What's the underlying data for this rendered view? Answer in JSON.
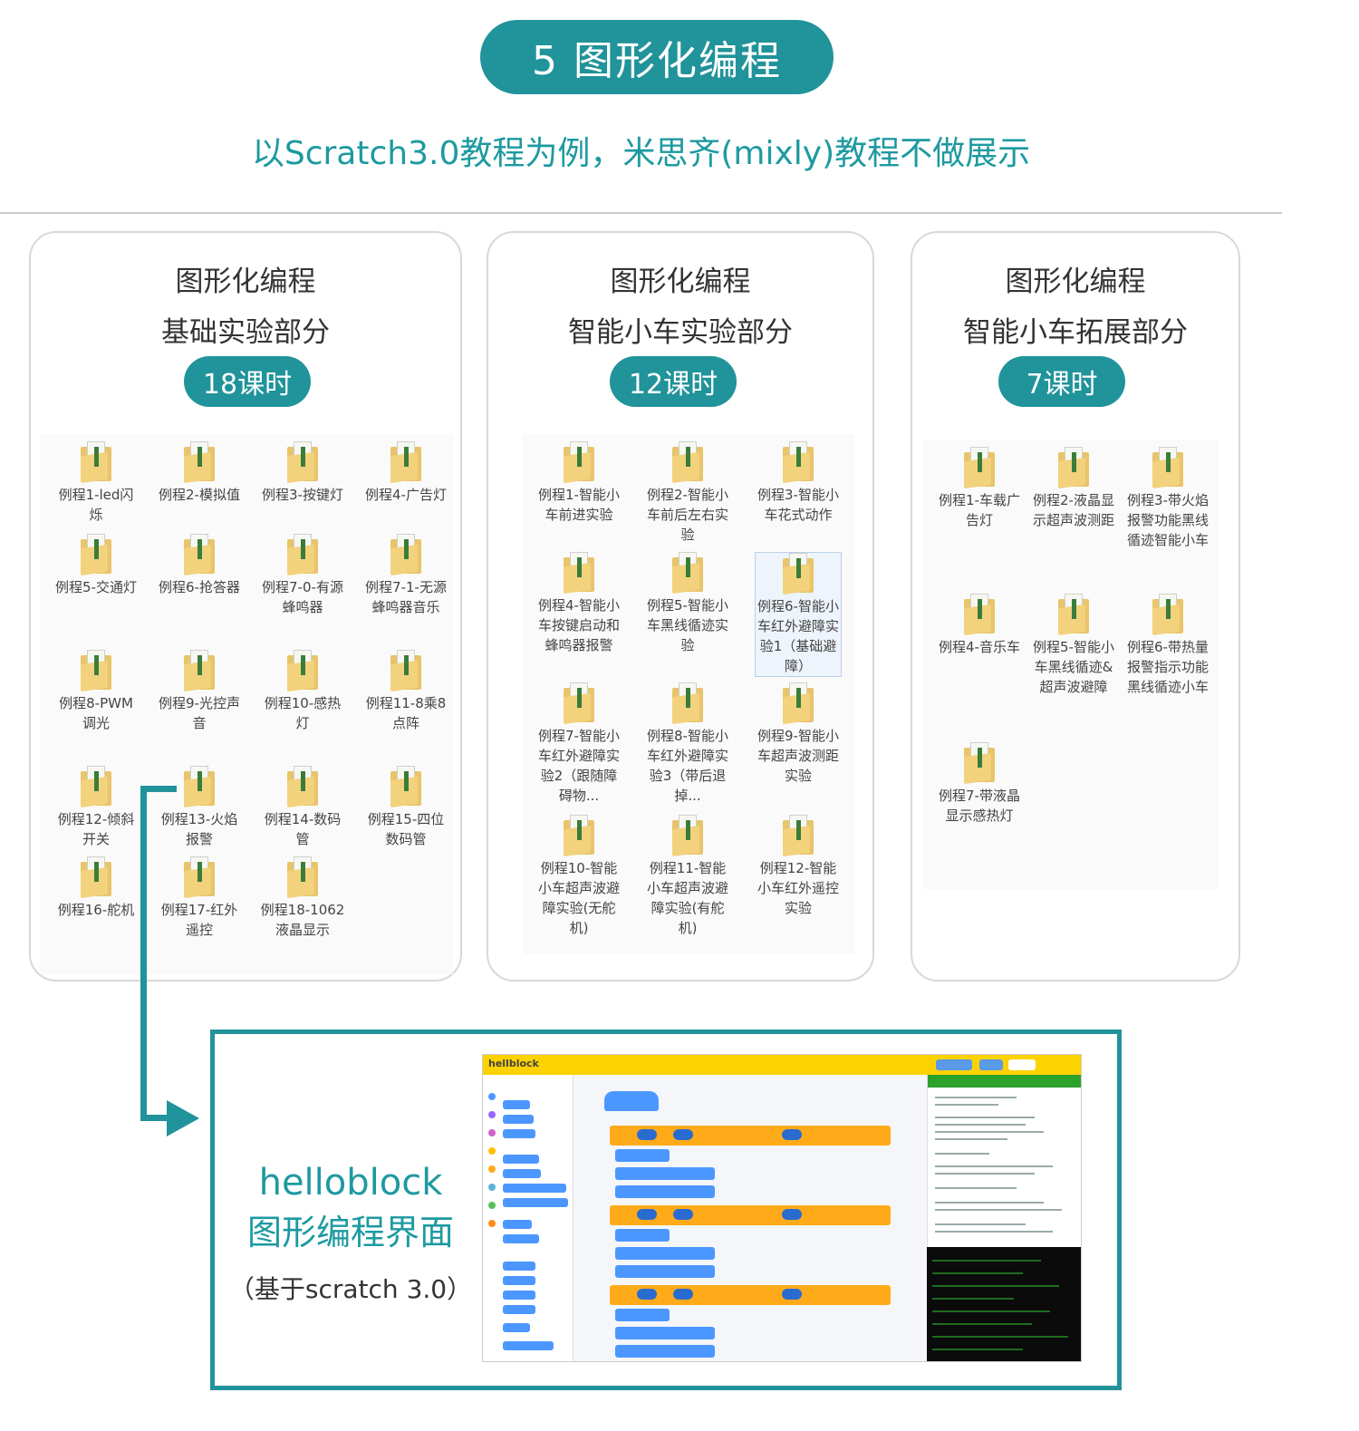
{
  "header": {
    "title": "5 图形化编程",
    "subtitle": "以Scratch3.0教程为例，米思齐(mixly)教程不做展示"
  },
  "panels": [
    {
      "title": "图形化编程",
      "subtitle": "基础实验部分",
      "hours": "18课时",
      "folders": [
        "例程1-led闪烁",
        "例程2-模拟值",
        "例程3-按键灯",
        "例程4-广告灯",
        "例程5-交通灯",
        "例程6-抢答器",
        "例程7-0-有源蜂鸣器",
        "例程7-1-无源蜂鸣器音乐",
        "例程8-PWM调光",
        "例程9-光控声音",
        "例程10-感热灯",
        "例程11-8乘8点阵",
        "例程12-倾斜开关",
        "例程13-火焰报警",
        "例程14-数码管",
        "例程15-四位数码管",
        "例程16-舵机",
        "例程17-红外遥控",
        "例程18-1062液晶显示"
      ]
    },
    {
      "title": "图形化编程",
      "subtitle": "智能小车实验部分",
      "hours": "12课时",
      "folders": [
        "例程1-智能小车前进实验",
        "例程2-智能小车前后左右实验",
        "例程3-智能小车花式动作",
        "例程4-智能小车按键启动和蜂鸣器报警",
        "例程5-智能小车黑线循迹实验",
        "例程6-智能小车红外避障实验1（基础避障）",
        "例程7-智能小车红外避障实验2（跟随障碍物...",
        "例程8-智能小车红外避障实验3（带后退掉...",
        "例程9-智能小车超声波测距实验",
        "例程10-智能小车超声波避障实验(无舵机)",
        "例程11-智能小车超声波避障实验(有舵机)",
        "例程12-智能小车红外遥控实验"
      ]
    },
    {
      "title": "图形化编程",
      "subtitle": "智能小车拓展部分",
      "hours": "7课时",
      "folders": [
        "例程1-车载广告灯",
        "例程2-液晶显示超声波测距",
        "例程3-带火焰报警功能黑线循迹智能小车",
        "例程4-音乐车",
        "例程5-智能小车黑线循迹&超声波避障",
        "例程6-带热量报警指示功能黑线循迹小车",
        "例程7-带液晶显示感热灯"
      ]
    }
  ],
  "bottom": {
    "title": "helloblock",
    "title2": "图形编程界面",
    "note": "（基于scratch 3.0）",
    "app_logo": "hellblock"
  },
  "colors": {
    "accent": "#21939a",
    "accent_text": "#1d9aa0"
  }
}
